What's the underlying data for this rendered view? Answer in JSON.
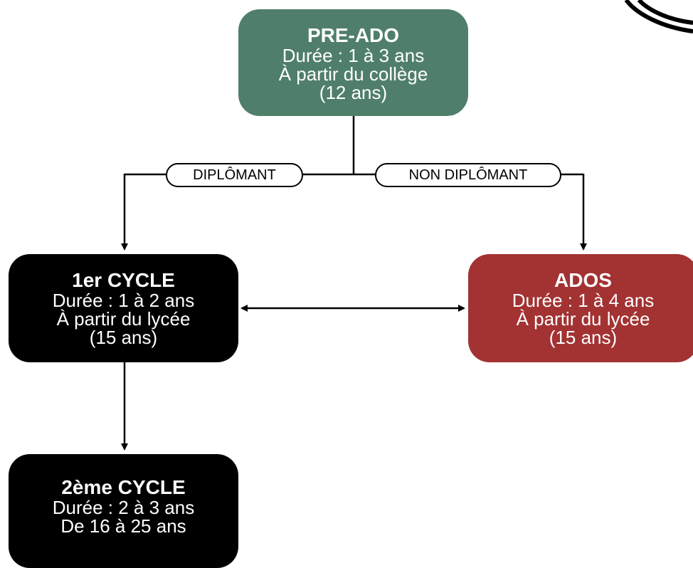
{
  "colors": {
    "pre_ado": "#4f7f6a",
    "cycle": "#000000",
    "ados": "#a33232",
    "line": "#000000",
    "text": "#ffffff"
  },
  "nodes": {
    "pre_ado": {
      "title": "PRE-ADO",
      "lines": [
        "Durée : 1 à 3 ans",
        "À partir du collège",
        "(12 ans)"
      ]
    },
    "cycle1": {
      "title": "1er CYCLE",
      "lines": [
        "Durée : 1 à 2 ans",
        "À partir du lycée",
        "(15 ans)"
      ]
    },
    "ados": {
      "title": "ADOS",
      "lines": [
        "Durée : 1 à 4 ans",
        "À partir du lycée",
        "(15 ans)"
      ]
    },
    "cycle2": {
      "title": "2ème CYCLE",
      "lines": [
        "Durée : 2 à 3 ans",
        "De 16 à 25 ans"
      ]
    }
  },
  "edge_labels": {
    "diplomant": "DIPLÔMANT",
    "non_diplomant": "NON DIPLÔMANT"
  },
  "edges": [
    {
      "from": "pre_ado",
      "to": "cycle1",
      "label": "DIPLÔMANT",
      "direction": "forward"
    },
    {
      "from": "pre_ado",
      "to": "ados",
      "label": "NON DIPLÔMANT",
      "direction": "forward"
    },
    {
      "from": "cycle1",
      "to": "ados",
      "label": "",
      "direction": "both"
    },
    {
      "from": "cycle1",
      "to": "cycle2",
      "label": "",
      "direction": "forward"
    }
  ]
}
